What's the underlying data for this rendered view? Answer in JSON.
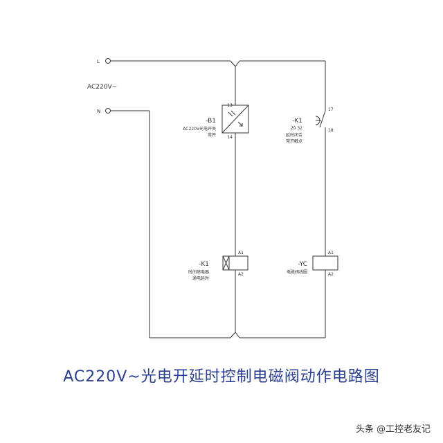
{
  "supply": {
    "l_label": "L",
    "n_label": "N",
    "voltage": "AC220V~"
  },
  "b1": {
    "tag": "-B1",
    "desc1": "AC220V光电开关",
    "desc2": "常开",
    "t1": "13",
    "t2": "14"
  },
  "k1_contact": {
    "tag": "-K1",
    "sub": "20 32",
    "desc1": "延时闭合",
    "desc2": "常开触点",
    "t1": "17",
    "t2": "18"
  },
  "k1_coil": {
    "tag": "-K1",
    "desc1": "时间继电器",
    "desc2": "通电延时",
    "t1": "A1",
    "t2": "A2"
  },
  "yc_coil": {
    "tag": "-YC",
    "desc1": "电磁阀线圈",
    "t1": "A1",
    "t2": "A2"
  },
  "title": "AC220V~光电开延时控制电磁阀动作电路图",
  "watermark": "头条 @工控老友记",
  "colors": {
    "line": "#333333",
    "title": "#2a3f8f"
  }
}
